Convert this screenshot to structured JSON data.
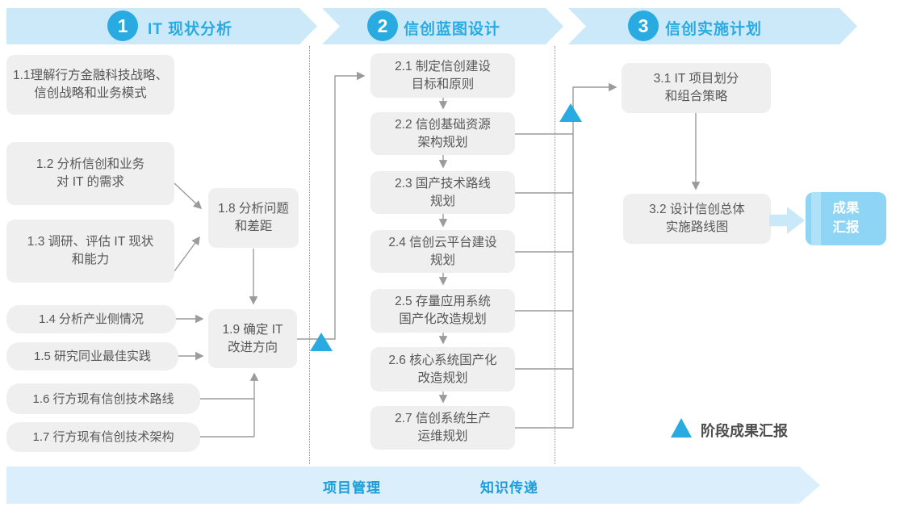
{
  "accent_color": "#29abe2",
  "banner_color": "#cbe9f9",
  "box_color": "#efefef",
  "line_color": "#9b9b9b",
  "phases": [
    {
      "number": "1",
      "title": "IT 现状分析"
    },
    {
      "number": "2",
      "title": "信创蓝图设计"
    },
    {
      "number": "3",
      "title": "信创实施计划"
    }
  ],
  "phase1": {
    "boxes": [
      {
        "id": "1.1",
        "label": "1.1理解行方金融科技战略、\n信创战略和业务模式"
      },
      {
        "id": "1.2",
        "label": "1.2 分析信创和业务\n对 IT 的需求"
      },
      {
        "id": "1.3",
        "label": "1.3 调研、评估 IT 现状\n和能力"
      },
      {
        "id": "1.4",
        "label": "1.4 分析产业侧情况"
      },
      {
        "id": "1.5",
        "label": "1.5 研究同业最佳实践"
      },
      {
        "id": "1.6",
        "label": "1.6 行方现有信创技术路线"
      },
      {
        "id": "1.7",
        "label": "1.7 行方现有信创技术架构"
      },
      {
        "id": "1.8",
        "label": "1.8 分析问题\n和差距"
      },
      {
        "id": "1.9",
        "label": "1.9 确定 IT\n改进方向"
      }
    ]
  },
  "phase2": {
    "boxes": [
      {
        "id": "2.1",
        "label": "2.1 制定信创建设\n目标和原则"
      },
      {
        "id": "2.2",
        "label": "2.2 信创基础资源\n架构规划"
      },
      {
        "id": "2.3",
        "label": "2.3 国产技术路线\n规划"
      },
      {
        "id": "2.4",
        "label": "2.4 信创云平台建设\n规划"
      },
      {
        "id": "2.5",
        "label": "2.5 存量应用系统\n国产化改造规划"
      },
      {
        "id": "2.6",
        "label": "2.6 核心系统国产化\n改造规划"
      },
      {
        "id": "2.7",
        "label": "2.7 信创系统生产\n运维规划"
      }
    ]
  },
  "phase3": {
    "boxes": [
      {
        "id": "3.1",
        "label": "3.1 IT 项目划分\n和组合策略"
      },
      {
        "id": "3.2",
        "label": "3.2 设计信创总体\n实施路线图"
      }
    ],
    "deliverable": "成果\n汇报"
  },
  "legend": {
    "label": "阶段成果汇报"
  },
  "bottom_banner": {
    "items": [
      "项目管理",
      "知识传递"
    ]
  }
}
